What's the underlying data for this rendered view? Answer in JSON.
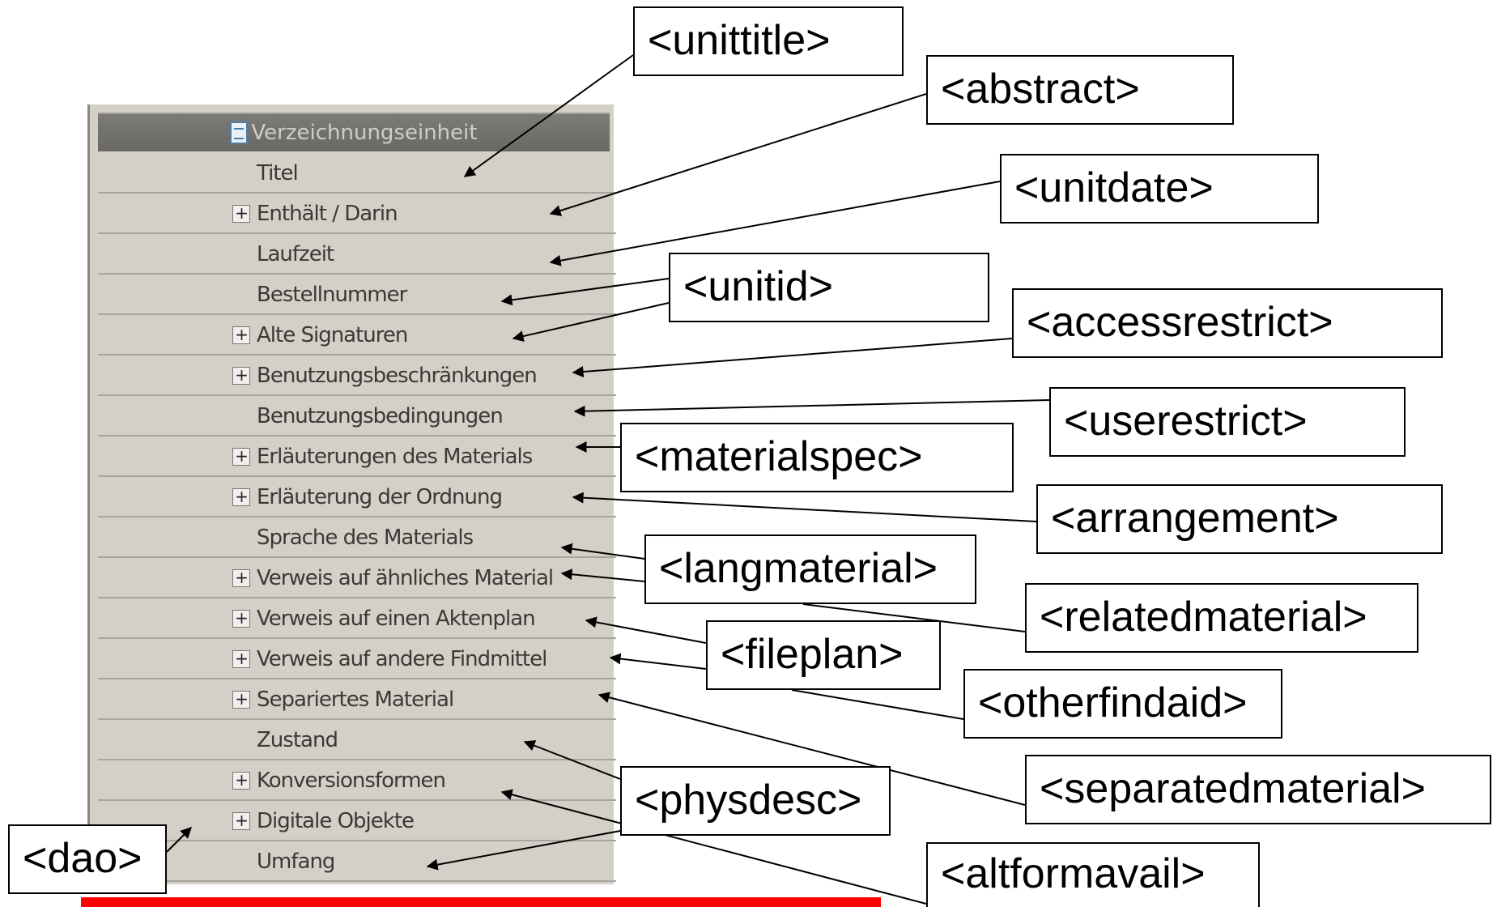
{
  "panel": {
    "header": {
      "icon": "document-icon",
      "title": "Verzeichnungseinheit"
    },
    "rows": [
      {
        "label": "Titel",
        "expandable": false
      },
      {
        "label": "Enthält / Darin",
        "expandable": true
      },
      {
        "label": "Laufzeit",
        "expandable": false
      },
      {
        "label": "Bestellnummer",
        "expandable": false
      },
      {
        "label": "Alte Signaturen",
        "expandable": true
      },
      {
        "label": "Benutzungsbeschränkungen",
        "expandable": true
      },
      {
        "label": "Benutzungsbedingungen",
        "expandable": false
      },
      {
        "label": "Erläuterungen des Materials",
        "expandable": true
      },
      {
        "label": "Erläuterung der Ordnung",
        "expandable": true
      },
      {
        "label": "Sprache des Materials",
        "expandable": false
      },
      {
        "label": "Verweis auf ähnliches Material",
        "expandable": true
      },
      {
        "label": "Verweis auf einen Aktenplan",
        "expandable": true
      },
      {
        "label": "Verweis auf andere Findmittel",
        "expandable": true
      },
      {
        "label": "Separiertes Material",
        "expandable": true
      },
      {
        "label": "Zustand",
        "expandable": false
      },
      {
        "label": "Konversionsformen",
        "expandable": true
      },
      {
        "label": "Digitale Objekte",
        "expandable": true
      },
      {
        "label": "Umfang",
        "expandable": false
      }
    ],
    "expander_glyph": "+"
  },
  "tags": {
    "unittitle": "<unittitle>",
    "abstract": "<abstract>",
    "unitdate": "<unitdate>",
    "unitid": "<unitid>",
    "accessrestrict": "<accessrestrict>",
    "userestrict": "<userestrict>",
    "materialspec": "<materialspec>",
    "arrangement": "<arrangement>",
    "langmaterial": "<langmaterial>",
    "relatedmaterial": "<relatedmaterial>",
    "fileplan": "<fileplan>",
    "otherfindaid": "<otherfindaid>",
    "separatedmaterial": "<separatedmaterial>",
    "physdesc": "<physdesc>",
    "dao": "<dao>",
    "altformavail": "<altformavail>"
  },
  "colors": {
    "panel_background": "#d4d0c8",
    "header_background": "#6a6865",
    "bottom_bar": "#ff0000"
  }
}
